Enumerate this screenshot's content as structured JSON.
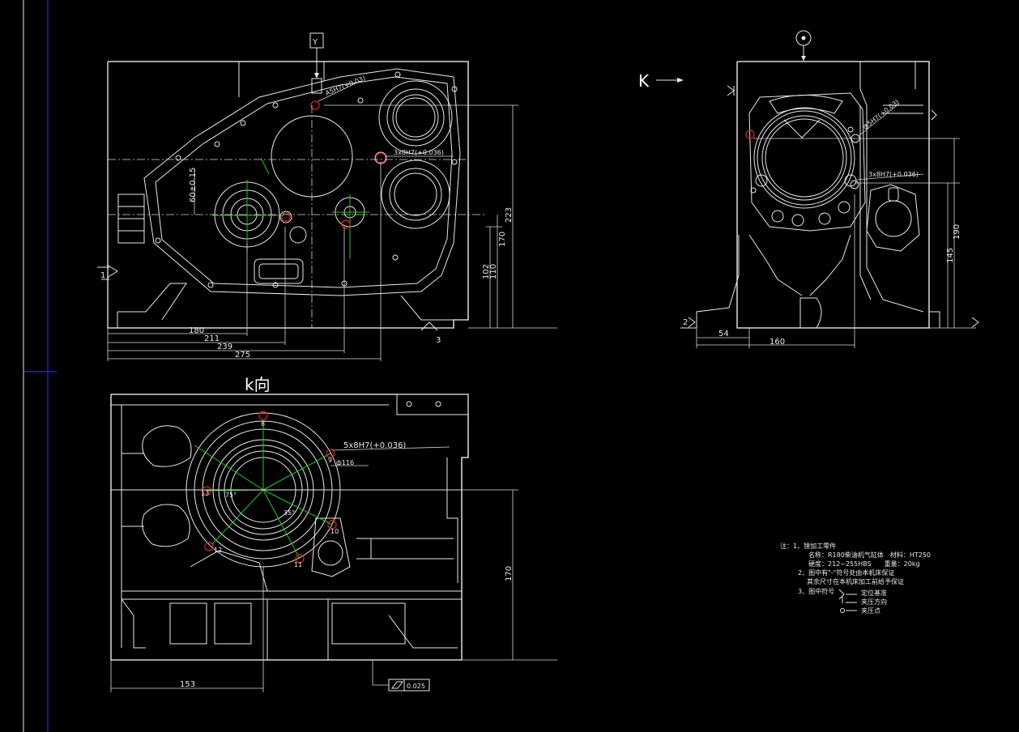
{
  "front_view": {
    "view_marker": "Y",
    "dims": {
      "d180": "180",
      "d211": "211",
      "d239": "239",
      "d275": "275",
      "d223": "223",
      "d170": "170",
      "d110": "110",
      "d102": "102",
      "d60": "60±0.15"
    },
    "callouts": {
      "hole_top": "A5H7(+0.03)",
      "hole_mid": "3x8H7(+0.036)"
    },
    "markers": {
      "left": "1",
      "bottom": "3"
    }
  },
  "side_view": {
    "view_label": "K",
    "dims": {
      "d54": "54",
      "d160": "160",
      "d145": "145",
      "d190": "190"
    },
    "callouts": {
      "hole_a": "ф5H7(+0.03)",
      "hole_b": "3x8H7(+0.036)"
    },
    "markers": {
      "left": "2"
    }
  },
  "k_view": {
    "title": "k向",
    "dims": {
      "d153": "153",
      "d170": "170"
    },
    "callouts": {
      "holes": "5x8H7(+0.036)",
      "dia": "ф116",
      "angle1": "75°",
      "angle2": "35°"
    },
    "hole_nums": [
      "8",
      "9",
      "10",
      "11",
      "12",
      "13"
    ],
    "flatness": "0.025"
  },
  "notes": {
    "l1": "注：1、镗加工零件",
    "l2": "名称：R180柴油机气缸体　材料：HT250",
    "l3": "硬度：212~255HBS　　重量：20kg",
    "l4": "2、图中有\"-\"符号处由本机床保证",
    "l5": "其余尺寸在本机床加工前给予保证",
    "l6": "3、图中符号",
    "s1": "定位基准",
    "s2": "夹压方向",
    "s3": "夹压点"
  },
  "colors": {
    "background": "#000000",
    "line": "#e8e8e8",
    "center": "#1ec81e",
    "locate": "#e02020",
    "border": "#2030e0"
  }
}
